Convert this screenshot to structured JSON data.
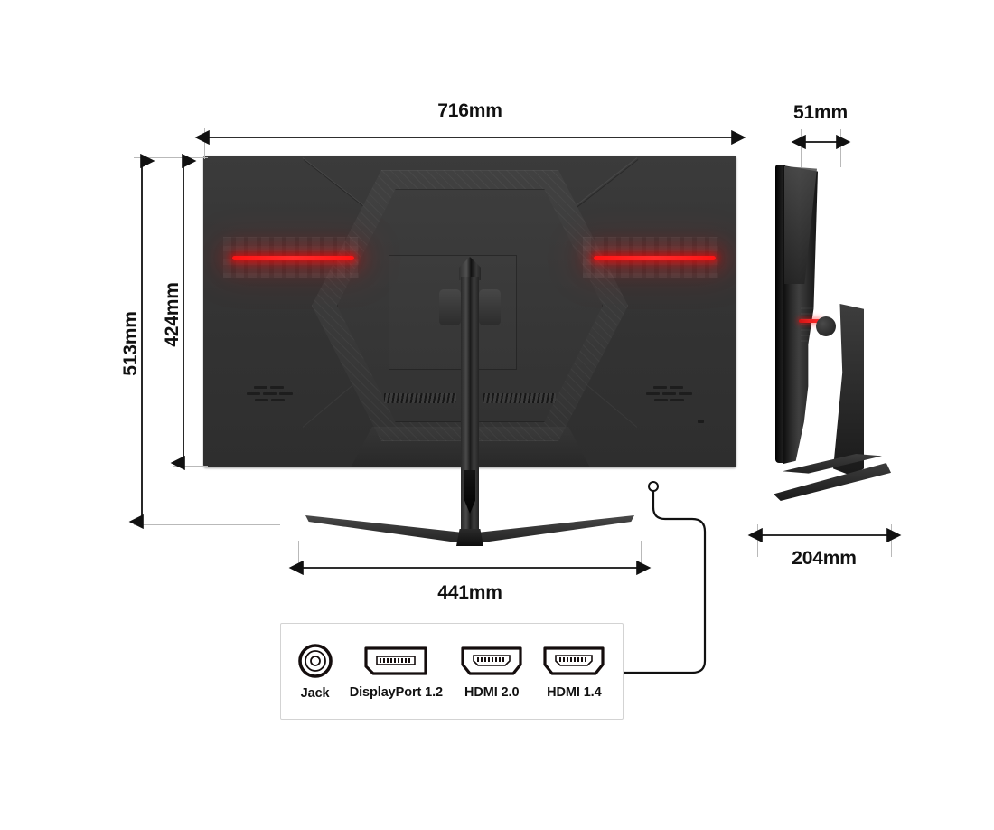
{
  "diagram": {
    "title": "Monitor dimensions and ports diagram",
    "unit": "mm",
    "stroke_color": "#111111",
    "extension_line_color": "#b9b9b9",
    "accent_color": "#ff1414"
  },
  "dimensions": {
    "width_overall": "716mm",
    "height_overall": "513mm",
    "height_panel": "424mm",
    "base_width": "441mm",
    "depth_panel": "51mm",
    "base_depth": "204mm"
  },
  "views": {
    "back": {
      "name": "back-view"
    },
    "side": {
      "name": "side-view"
    }
  },
  "ports": {
    "items": [
      {
        "label": "Jack",
        "icon": "audio-jack-icon"
      },
      {
        "label": "DisplayPort 1.2",
        "icon": "displayport-icon"
      },
      {
        "label": "HDMI 2.0",
        "icon": "hdmi-icon"
      },
      {
        "label": "HDMI 1.4",
        "icon": "hdmi-icon"
      }
    ]
  }
}
